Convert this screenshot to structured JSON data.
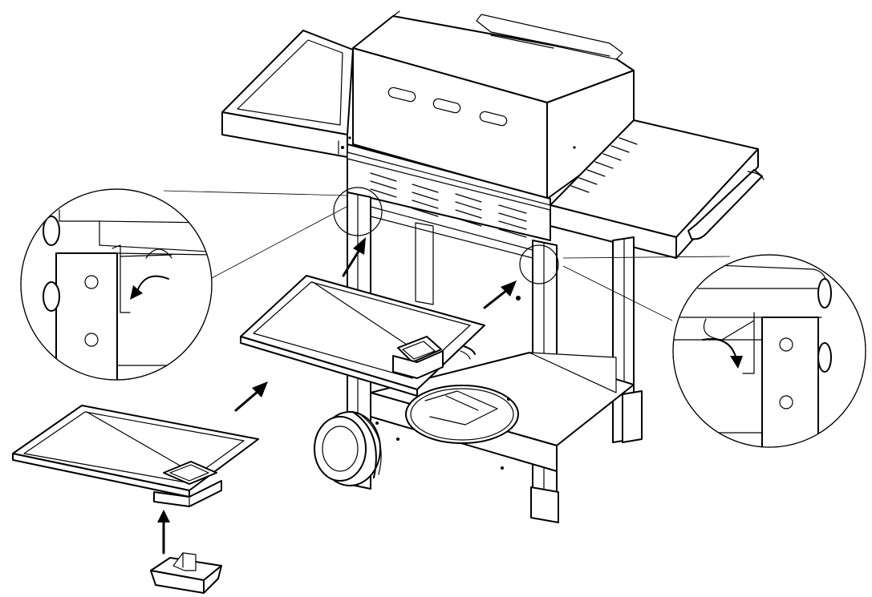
{
  "figure": {
    "kind": "assembly-diagram",
    "colors": {
      "line": "#000000",
      "background": "#ffffff"
    },
    "parts": [
      {
        "id": "grill-body",
        "icon": "grill-icon"
      },
      {
        "id": "grease-tray",
        "icon": "tray-icon"
      },
      {
        "id": "grease-cup",
        "icon": "cup-icon"
      },
      {
        "id": "wheel",
        "icon": "wheel-icon"
      }
    ],
    "callouts": [
      {
        "id": "detail-left",
        "icon": "magnifier-circle"
      },
      {
        "id": "detail-right",
        "icon": "magnifier-circle"
      }
    ],
    "arrows": [
      {
        "id": "cup-into-tray",
        "direction": "up"
      },
      {
        "id": "tray-toward-grill",
        "direction": "up-right"
      },
      {
        "id": "tray-left-rail",
        "direction": "up-right"
      },
      {
        "id": "tray-right-rail",
        "direction": "up-right"
      },
      {
        "id": "left-tab-bend",
        "direction": "curved-down-left"
      },
      {
        "id": "right-tab-bend",
        "direction": "curved-down-right"
      }
    ],
    "text": []
  }
}
